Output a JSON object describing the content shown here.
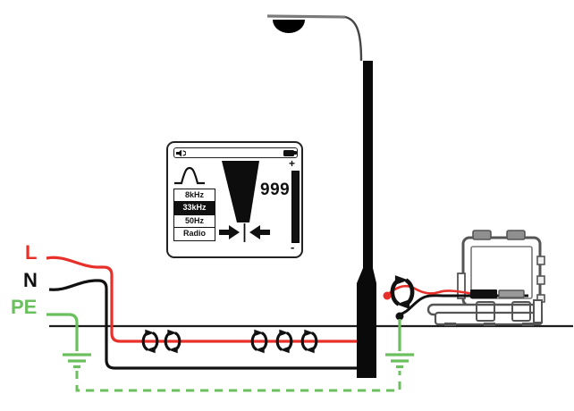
{
  "wire_labels": {
    "live": "L",
    "neutral": "N",
    "earth": "PE"
  },
  "receiver": {
    "reading": "999",
    "frequencies": [
      {
        "label": "8kHz",
        "selected": false
      },
      {
        "label": "33kHz",
        "selected": true
      },
      {
        "label": "50Hz",
        "selected": false
      },
      {
        "label": "Radio",
        "selected": false
      }
    ],
    "gain": {
      "plus": "+",
      "minus": "-"
    },
    "icons": {
      "speaker": "speaker-icon",
      "battery": "battery-full-icon",
      "signal_hump": "signal-peak-curve-icon",
      "null_arrows": "converging-arrows-icon",
      "signal_wedge": "signal-strength-wedge"
    }
  },
  "diagram_icons": {
    "field_coil": "circulating-field-icon",
    "signal_clamp": "signal-clamp-icon",
    "earth_symbol": "earth-ground-symbol",
    "lamp_post": "street-lamp-post",
    "transmitter": "transmitter-case"
  },
  "colors": {
    "live_red": "#e8302a",
    "earth_green": "#6cbf5f",
    "ink": "#111111",
    "case_gray": "#555555"
  }
}
